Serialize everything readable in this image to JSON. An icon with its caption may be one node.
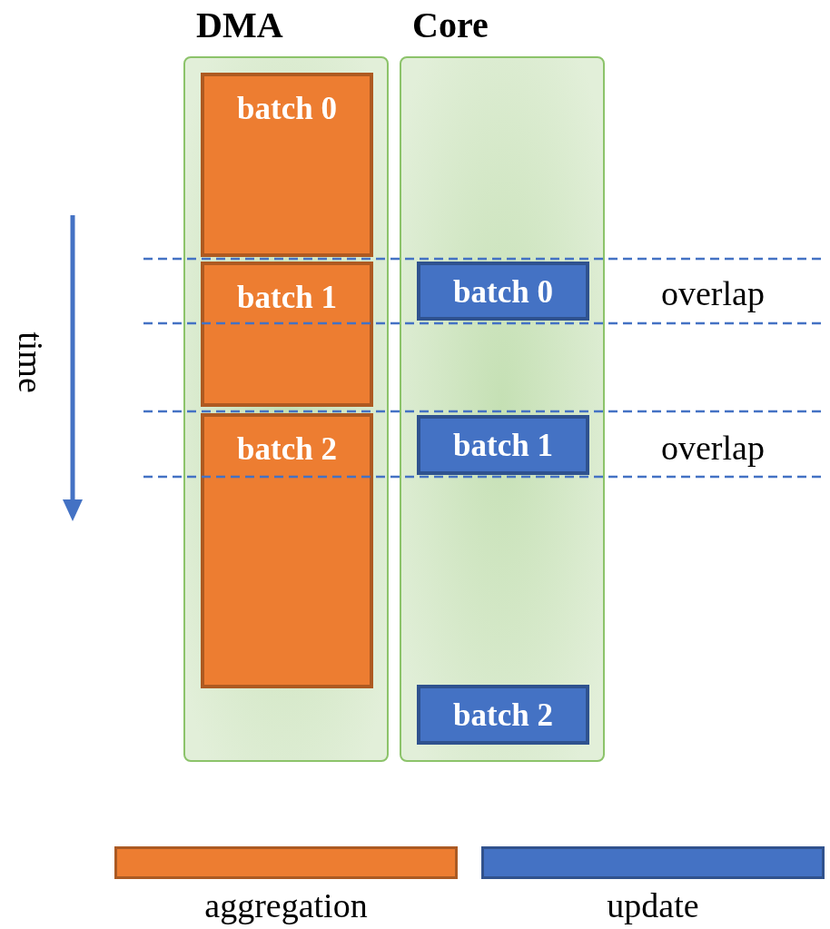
{
  "diagram": {
    "nodes": [
      {
        "text": [
          "DMA"
        ]
      },
      {
        "text": [
          "batch 0"
        ],
        "in": 0
      },
      {
        "text": [
          "batch 1"
        ],
        "in": 0
      },
      {
        "text": [
          "batch 2"
        ],
        "in": 0
      },
      {
        "text": [
          "Core"
        ]
      },
      {
        "text": [
          "batch 0"
        ],
        "in": 4
      },
      {
        "text": [
          "batch 1"
        ],
        "in": 4
      },
      {
        "text": [
          "batch 2"
        ],
        "in": 4
      }
    ],
    "labels": [
      "time",
      "overlap",
      "overlap"
    ],
    "legend": [
      {
        "text": "aggregation",
        "color": "#ed7d31"
      },
      {
        "text": "update",
        "color": "#4472c4"
      }
    ]
  }
}
